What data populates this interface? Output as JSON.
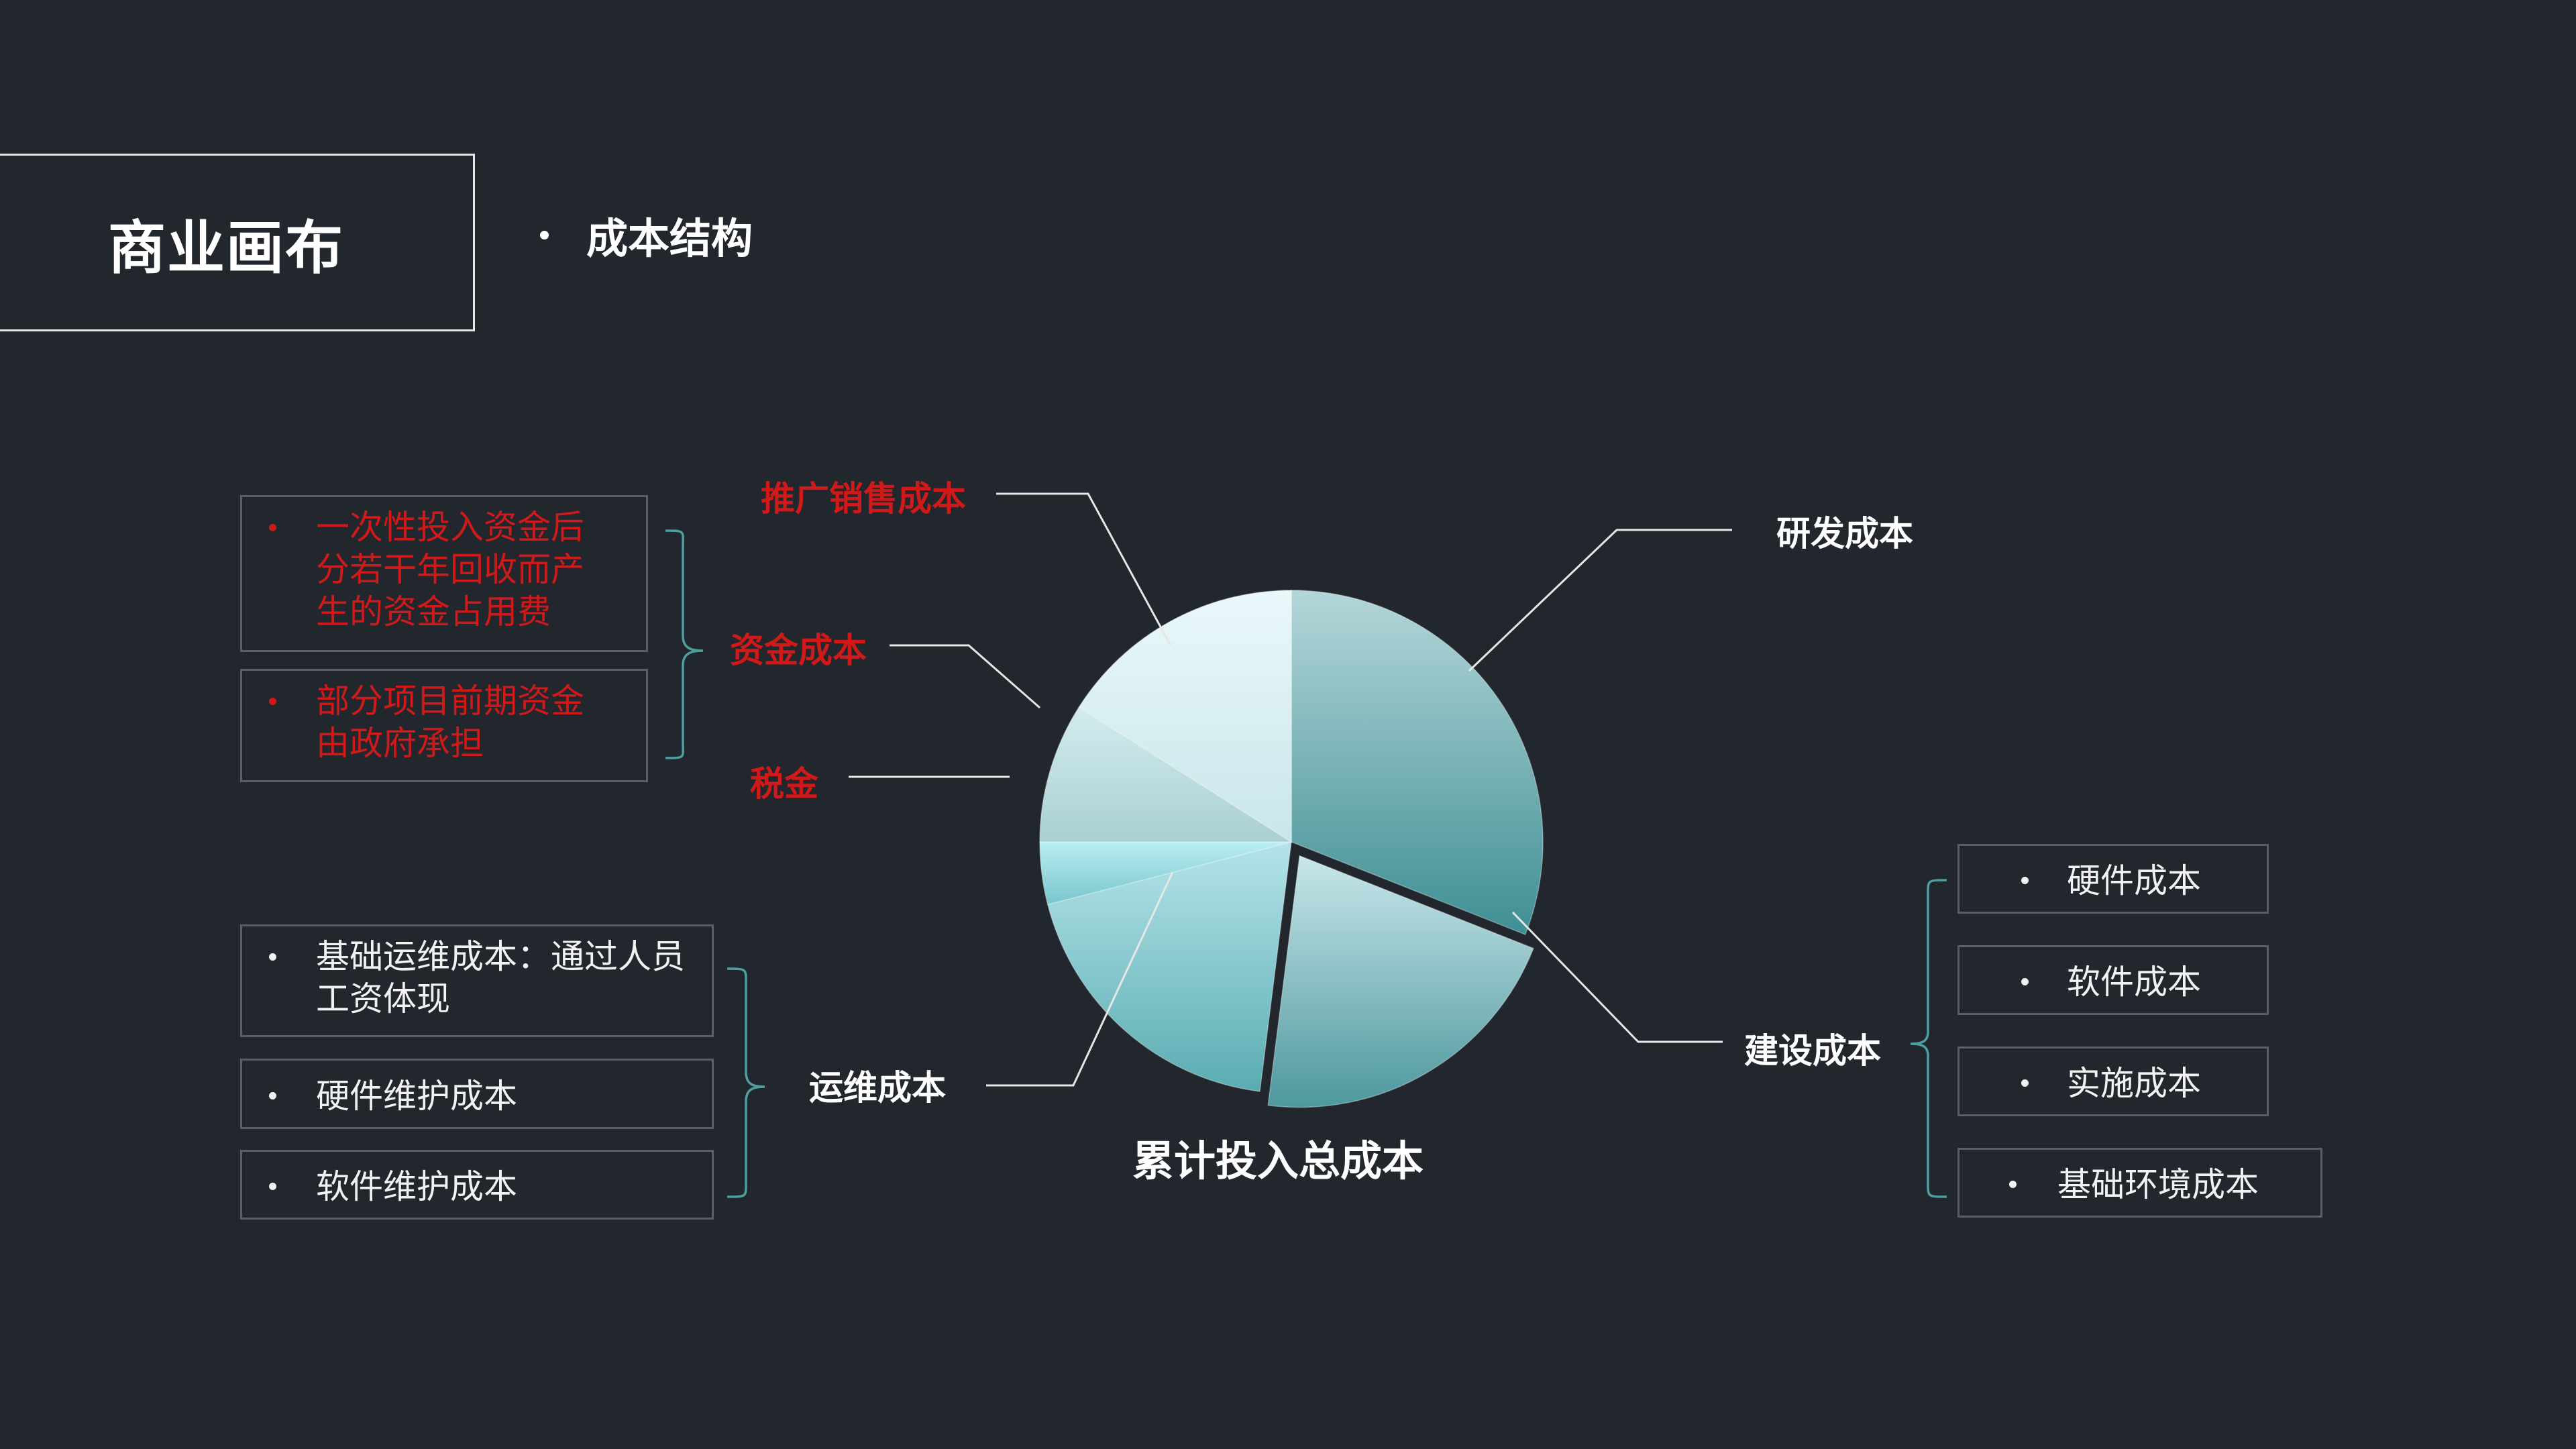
{
  "header": {
    "title": "商业画布",
    "subtitle": "成本结构"
  },
  "pie_caption": "累计投入总成本",
  "segments": {
    "promotion": "推广销售成本",
    "capital": "资金成本",
    "tax": "税金",
    "rnd": "研发成本",
    "construction": "建设成本",
    "operations": "运维成本"
  },
  "capital_notes": [
    "一次性投入资金后分若干年回收而产生的资金占用费",
    "部分项目前期资金由政府承担"
  ],
  "operations_notes": [
    "基础运维成本：通过人员工资体现",
    "硬件维护成本",
    "软件维护成本"
  ],
  "construction_notes": [
    "硬件成本",
    "软件成本",
    "实施成本",
    "基础环境成本"
  ],
  "colors": {
    "background": "#22262d",
    "accent_red": "#d01a1a",
    "brace": "#4f9ea0",
    "box_border": "#5a5e66"
  },
  "chart_data": {
    "type": "pie",
    "categories": [
      "研发成本",
      "建设成本",
      "运维成本",
      "税金",
      "资金成本",
      "推广销售成本"
    ],
    "values": [
      31,
      21,
      19,
      4,
      9,
      16
    ],
    "exploded": [
      "建设成本"
    ],
    "label_colors": [
      "#ffffff",
      "#ffffff",
      "#ffffff",
      "#d01a1a",
      "#d01a1a",
      "#d01a1a"
    ]
  }
}
